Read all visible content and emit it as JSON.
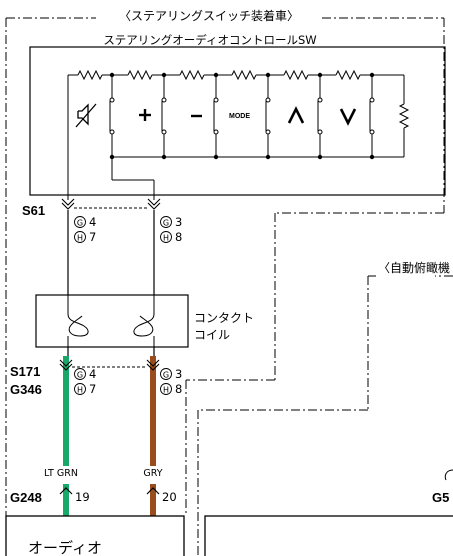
{
  "header": {
    "variant_label": "〈ステアリングスイッチ装着車〉",
    "module_title": "ステアリングオーディオコントロールSW",
    "right_variant_label": "〈自動俯瞰機"
  },
  "switches": {
    "mode_label": "MODE"
  },
  "connectors": {
    "s61": {
      "id": "S61",
      "pin_left_g": "4",
      "pin_left_h": "7",
      "pin_right_g": "3",
      "pin_right_h": "8"
    },
    "s171": {
      "id": "S171",
      "pin_left_g": "4",
      "pin_right_g": "3"
    },
    "g346": {
      "id": "G346",
      "pin_left_h": "7",
      "pin_right_h": "8"
    },
    "g248": {
      "id": "G248",
      "pin_left": "19",
      "pin_right": "20"
    },
    "g5": {
      "id": "G5"
    }
  },
  "circle_letters": {
    "g": "G",
    "h": "H"
  },
  "contact_coil": {
    "line1": "コンタクト",
    "line2": "コイル"
  },
  "wires": {
    "left": {
      "label": "LT GRN",
      "color": "#1aa86a"
    },
    "right": {
      "label": "GRY",
      "color": "#9a4d1c"
    }
  },
  "audio_unit": {
    "label": "オーディオ"
  }
}
